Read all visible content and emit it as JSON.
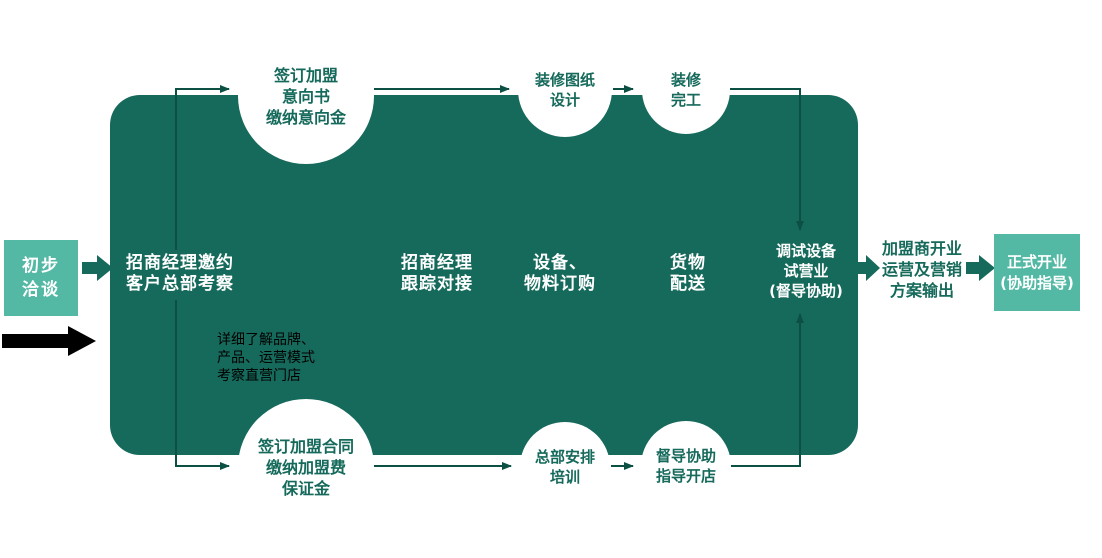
{
  "palette": {
    "light_teal": "#53B9A5",
    "dark_teal": "#166A5B",
    "connector": "#0C4F43",
    "annotation_black": "#000000",
    "circle_fill": "#FFFFFF"
  },
  "nodes": {
    "start": "初步\n洽谈",
    "stage_invite": "招商经理邀约\n客户总部考察",
    "stage_follow": "招商经理\n跟踪对接",
    "stage_order": "设备、\n物料订购",
    "stage_deliver": "货物\n配送",
    "stage_trial": "调试设备\n试营业\n(督导协助)",
    "milestone_intent": "签订加盟\n意向书\n缴纳意向金",
    "milestone_design": "装修图纸\n设计",
    "milestone_done": "装修\n完工",
    "milestone_contract": "签订加盟合同\n缴纳加盟费\n保证金",
    "milestone_training": "总部安排\n培训",
    "milestone_guide": "督导协助\n指导开店",
    "output": "加盟商开业\n运营及营销\n方案输出",
    "final": "正式开业\n(协助指导)"
  },
  "annotation": "详细了解品牌、\n产品、运营模式\n考察直营门店"
}
